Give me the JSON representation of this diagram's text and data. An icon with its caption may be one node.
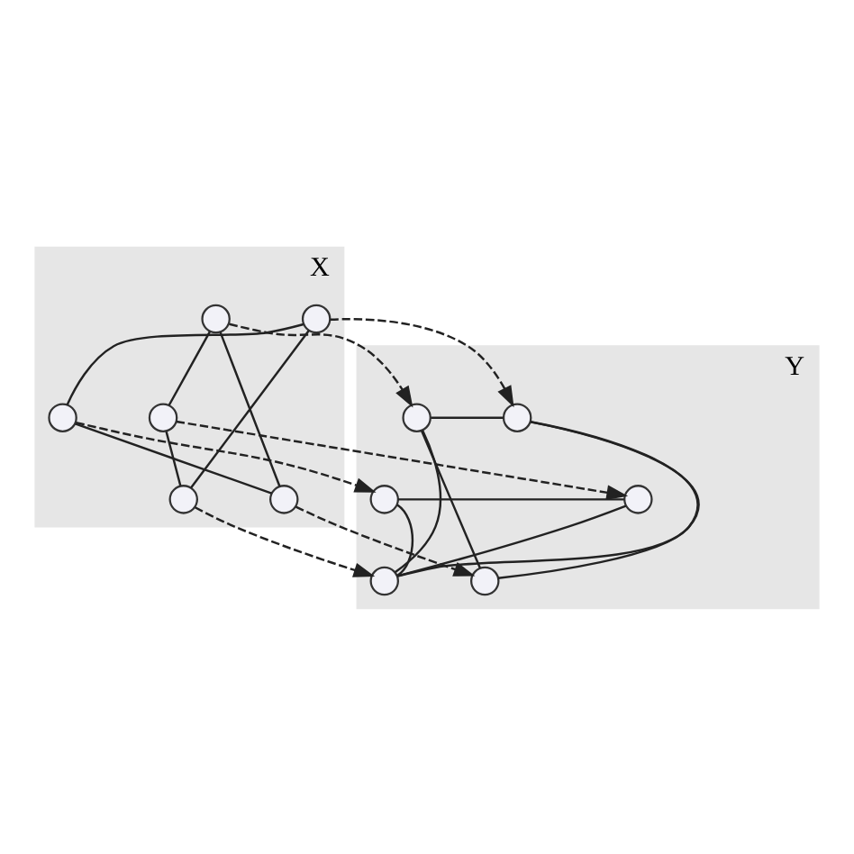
{
  "diagram": {
    "nodes": [
      {
        "text": [
          "X"
        ]
      },
      {
        "text": [],
        "shape": "circle",
        "in": 0
      },
      {
        "text": [],
        "shape": "circle",
        "in": 0
      },
      {
        "text": [],
        "shape": "circle",
        "in": 0
      },
      {
        "text": [],
        "shape": "circle",
        "in": 0
      },
      {
        "text": [],
        "shape": "circle",
        "in": 0
      },
      {
        "text": [],
        "shape": "circle",
        "in": 0
      },
      {
        "text": [
          "Y"
        ]
      },
      {
        "text": [],
        "shape": "circle",
        "in": 7
      },
      {
        "text": [],
        "shape": "circle",
        "in": 7
      },
      {
        "text": [],
        "shape": "circle",
        "in": 7
      },
      {
        "text": [],
        "shape": "circle",
        "in": 7
      },
      {
        "text": [],
        "shape": "circle",
        "in": 7
      },
      {
        "text": [],
        "shape": "circle",
        "in": 7
      }
    ],
    "edges": [
      {
        "from": 1,
        "to": 4,
        "arrow": "none"
      },
      {
        "from": 1,
        "to": 6,
        "arrow": "none"
      },
      {
        "from": 2,
        "to": 3,
        "arrow": "none"
      },
      {
        "from": 2,
        "to": 5,
        "arrow": "none"
      },
      {
        "from": 3,
        "to": 6,
        "arrow": "none"
      },
      {
        "from": 5,
        "to": 4,
        "arrow": "none"
      },
      {
        "from": 1,
        "to": 8,
        "arrow": "to",
        "style": "dashed"
      },
      {
        "from": 2,
        "to": 9,
        "arrow": "to",
        "style": "dashed"
      },
      {
        "from": 3,
        "to": 10,
        "arrow": "to",
        "style": "dashed"
      },
      {
        "from": 4,
        "to": 11,
        "arrow": "to",
        "style": "dashed"
      },
      {
        "from": 5,
        "to": 12,
        "arrow": "to",
        "style": "dashed"
      },
      {
        "from": 6,
        "to": 13,
        "arrow": "to",
        "style": "dashed"
      },
      {
        "from": 8,
        "to": 9,
        "arrow": "none"
      },
      {
        "from": 8,
        "to": 12,
        "arrow": "none"
      },
      {
        "from": 8,
        "to": 13,
        "arrow": "none"
      },
      {
        "from": 9,
        "to": 12,
        "arrow": "none"
      },
      {
        "from": 9,
        "to": 13,
        "arrow": "none"
      },
      {
        "from": 10,
        "to": 11,
        "arrow": "none"
      },
      {
        "from": 10,
        "to": 13,
        "arrow": "none"
      },
      {
        "from": 13,
        "to": 11,
        "arrow": "none"
      }
    ]
  }
}
